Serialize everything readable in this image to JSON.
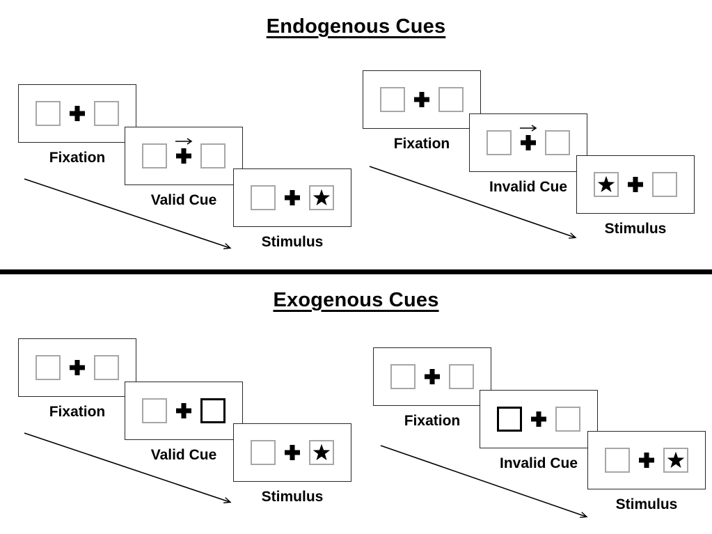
{
  "diagram": {
    "colors": {
      "ink": "#000000",
      "panel_border": "#262626",
      "box_border": "#a6a6a6",
      "background": "#ffffff"
    },
    "sections": [
      {
        "title": "Endogenous Cues",
        "groups": [
          {
            "name": "valid-cue-sequence",
            "panels": [
              {
                "label": "Fixation",
                "left_box": "plain",
                "right_box": "plain",
                "cue_arrow": false
              },
              {
                "label": "Valid Cue",
                "left_box": "plain",
                "right_box": "plain",
                "cue_arrow": true
              },
              {
                "label": "Stimulus",
                "left_box": "plain",
                "right_box": "star",
                "cue_arrow": false
              }
            ]
          },
          {
            "name": "invalid-cue-sequence",
            "panels": [
              {
                "label": "Fixation",
                "left_box": "plain",
                "right_box": "plain",
                "cue_arrow": false
              },
              {
                "label": "Invalid Cue",
                "left_box": "plain",
                "right_box": "plain",
                "cue_arrow": true
              },
              {
                "label": "Stimulus",
                "left_box": "star",
                "right_box": "plain",
                "cue_arrow": false
              }
            ]
          }
        ]
      },
      {
        "title": "Exogenous Cues",
        "groups": [
          {
            "name": "valid-cue-sequence",
            "panels": [
              {
                "label": "Fixation",
                "left_box": "plain",
                "right_box": "plain",
                "cue_arrow": false
              },
              {
                "label": "Valid Cue",
                "left_box": "plain",
                "right_box": "bold",
                "cue_arrow": false
              },
              {
                "label": "Stimulus",
                "left_box": "plain",
                "right_box": "star",
                "cue_arrow": false
              }
            ]
          },
          {
            "name": "invalid-cue-sequence",
            "panels": [
              {
                "label": "Fixation",
                "left_box": "plain",
                "right_box": "plain",
                "cue_arrow": false
              },
              {
                "label": "Invalid Cue",
                "left_box": "bold",
                "right_box": "plain",
                "cue_arrow": false
              },
              {
                "label": "Stimulus",
                "left_box": "plain",
                "right_box": "star",
                "cue_arrow": false
              }
            ]
          }
        ]
      }
    ],
    "icons": {
      "fixation_cross": "heavy plus sign",
      "cue_arrow": "thin right arrow above fixation cross",
      "target": "black five-point star",
      "sequence_arrow": "long diagonal arrow down-right"
    }
  }
}
